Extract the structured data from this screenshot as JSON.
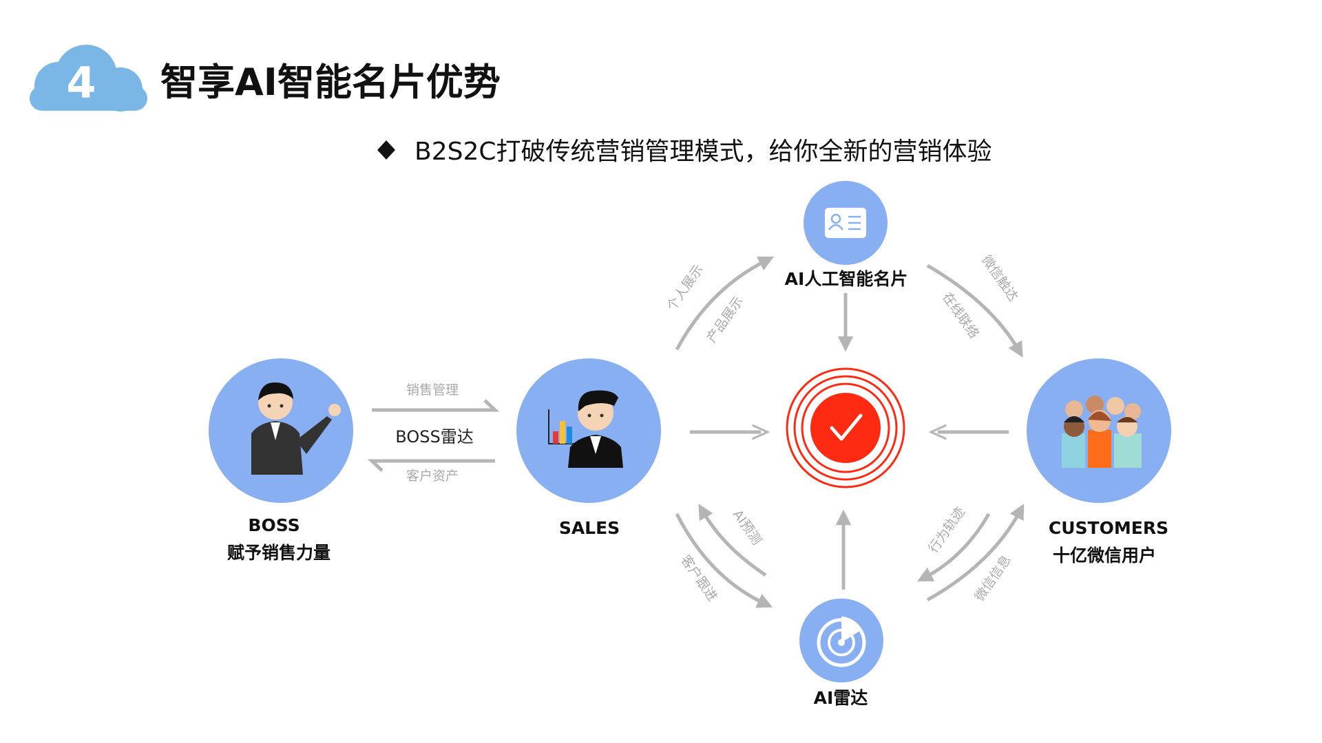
{
  "header": {
    "number": "4",
    "title": "智享AI智能名片优势"
  },
  "subtitle": "B2S2C打破传统营销管理模式，给你全新的营销体验",
  "nodes": {
    "boss": {
      "label": "BOSS",
      "desc": "赋予销售力量"
    },
    "sales": {
      "label": "SALES"
    },
    "customers": {
      "label": "CUSTOMERS",
      "desc": "十亿微信用户"
    },
    "card": {
      "label": "AI人工智能名片"
    },
    "radar": {
      "label": "AI雷达"
    }
  },
  "links": {
    "boss_sales_top": "销售管理",
    "boss_sales_mid": "BOSS雷达",
    "boss_sales_bottom": "客户资产",
    "sales_card_outer": "个人展示",
    "sales_card_inner": "产品展示",
    "card_cust_outer": "微信触达",
    "card_cust_inner": "在线联络",
    "radar_sales_inner": "AI预测",
    "sales_radar_outer": "客户跟进",
    "cust_radar_inner": "行为轨迹",
    "radar_cust_outer": "微信信息"
  },
  "colors": {
    "node": "#88aff2",
    "cloud": "#7bb7e6",
    "target": "#ff2a12",
    "arrow": "#b5b5b5"
  }
}
